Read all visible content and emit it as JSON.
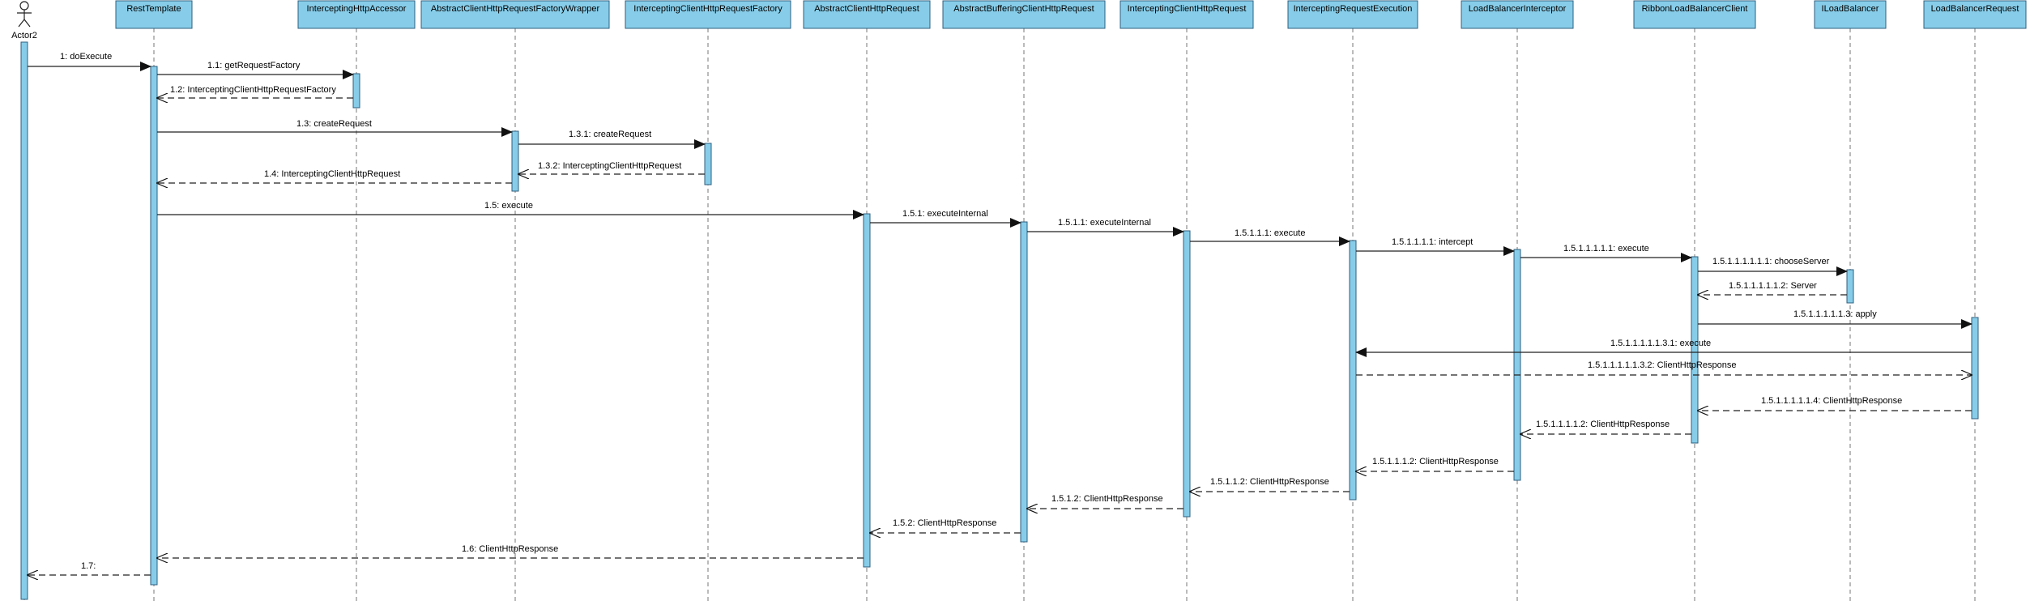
{
  "actor": {
    "name": "Actor2"
  },
  "lifelines": [
    "RestTemplate",
    "InterceptingHttpAccessor",
    "AbstractClientHttpRequestFactoryWrapper",
    "InterceptingClientHttpRequestFactory",
    "AbstractClientHttpRequest",
    "AbstractBufferingClientHttpRequest",
    "InterceptingClientHttpRequest",
    "InterceptingRequestExecution",
    "LoadBalancerInterceptor",
    "RibbonLoadBalancerClient",
    "ILoadBalancer",
    "LoadBalancerRequest"
  ],
  "messages": [
    {
      "label": "1: doExecute",
      "from": "Actor2",
      "to": "RestTemplate",
      "kind": "sync"
    },
    {
      "label": "1.1: getRequestFactory",
      "from": "RestTemplate",
      "to": "InterceptingHttpAccessor",
      "kind": "sync"
    },
    {
      "label": "1.2: InterceptingClientHttpRequestFactory",
      "from": "InterceptingHttpAccessor",
      "to": "RestTemplate",
      "kind": "return"
    },
    {
      "label": "1.3: createRequest",
      "from": "RestTemplate",
      "to": "AbstractClientHttpRequestFactoryWrapper",
      "kind": "sync"
    },
    {
      "label": "1.3.1: createRequest",
      "from": "AbstractClientHttpRequestFactoryWrapper",
      "to": "InterceptingClientHttpRequestFactory",
      "kind": "sync"
    },
    {
      "label": "1.3.2: InterceptingClientHttpRequest",
      "from": "InterceptingClientHttpRequestFactory",
      "to": "AbstractClientHttpRequestFactoryWrapper",
      "kind": "return"
    },
    {
      "label": "1.4: InterceptingClientHttpRequest",
      "from": "AbstractClientHttpRequestFactoryWrapper",
      "to": "RestTemplate",
      "kind": "return"
    },
    {
      "label": "1.5: execute",
      "from": "RestTemplate",
      "to": "AbstractClientHttpRequest",
      "kind": "sync"
    },
    {
      "label": "1.5.1: executeInternal",
      "from": "AbstractClientHttpRequest",
      "to": "AbstractBufferingClientHttpRequest",
      "kind": "sync"
    },
    {
      "label": "1.5.1.1: executeInternal",
      "from": "AbstractBufferingClientHttpRequest",
      "to": "InterceptingClientHttpRequest",
      "kind": "sync"
    },
    {
      "label": "1.5.1.1.1: execute",
      "from": "InterceptingClientHttpRequest",
      "to": "InterceptingRequestExecution",
      "kind": "sync"
    },
    {
      "label": "1.5.1.1.1.1: intercept",
      "from": "InterceptingRequestExecution",
      "to": "LoadBalancerInterceptor",
      "kind": "sync"
    },
    {
      "label": "1.5.1.1.1.1.1: execute",
      "from": "LoadBalancerInterceptor",
      "to": "RibbonLoadBalancerClient",
      "kind": "sync"
    },
    {
      "label": "1.5.1.1.1.1.1.1: chooseServer",
      "from": "RibbonLoadBalancerClient",
      "to": "ILoadBalancer",
      "kind": "sync"
    },
    {
      "label": "1.5.1.1.1.1.1.2: Server",
      "from": "ILoadBalancer",
      "to": "RibbonLoadBalancerClient",
      "kind": "return"
    },
    {
      "label": "1.5.1.1.1.1.1.3: apply",
      "from": "RibbonLoadBalancerClient",
      "to": "LoadBalancerRequest",
      "kind": "sync"
    },
    {
      "label": "1.5.1.1.1.1.1.3.1: execute",
      "from": "LoadBalancerRequest",
      "to": "InterceptingRequestExecution",
      "kind": "sync"
    },
    {
      "label": "1.5.1.1.1.1.1.3.2: ClientHttpResponse",
      "from": "InterceptingRequestExecution",
      "to": "LoadBalancerRequest",
      "kind": "return"
    },
    {
      "label": "1.5.1.1.1.1.1.4: ClientHttpResponse",
      "from": "LoadBalancerRequest",
      "to": "RibbonLoadBalancerClient",
      "kind": "return"
    },
    {
      "label": "1.5.1.1.1.1.2: ClientHttpResponse",
      "from": "RibbonLoadBalancerClient",
      "to": "LoadBalancerInterceptor",
      "kind": "return"
    },
    {
      "label": "1.5.1.1.1.2: ClientHttpResponse",
      "from": "LoadBalancerInterceptor",
      "to": "InterceptingRequestExecution",
      "kind": "return"
    },
    {
      "label": "1.5.1.1.2: ClientHttpResponse",
      "from": "InterceptingRequestExecution",
      "to": "InterceptingClientHttpRequest",
      "kind": "return"
    },
    {
      "label": "1.5.1.2: ClientHttpResponse",
      "from": "InterceptingClientHttpRequest",
      "to": "AbstractBufferingClientHttpRequest",
      "kind": "return"
    },
    {
      "label": "1.5.2: ClientHttpResponse",
      "from": "AbstractBufferingClientHttpRequest",
      "to": "AbstractClientHttpRequest",
      "kind": "return"
    },
    {
      "label": "1.6: ClientHttpResponse",
      "from": "AbstractClientHttpRequest",
      "to": "RestTemplate",
      "kind": "return"
    },
    {
      "label": "1.7:",
      "from": "RestTemplate",
      "to": "Actor2",
      "kind": "return"
    }
  ],
  "colors": {
    "lifeline_fill": "#87cde9",
    "activation_fill": "#87cde9",
    "border": "#2f5f7f",
    "line": "#222222"
  }
}
